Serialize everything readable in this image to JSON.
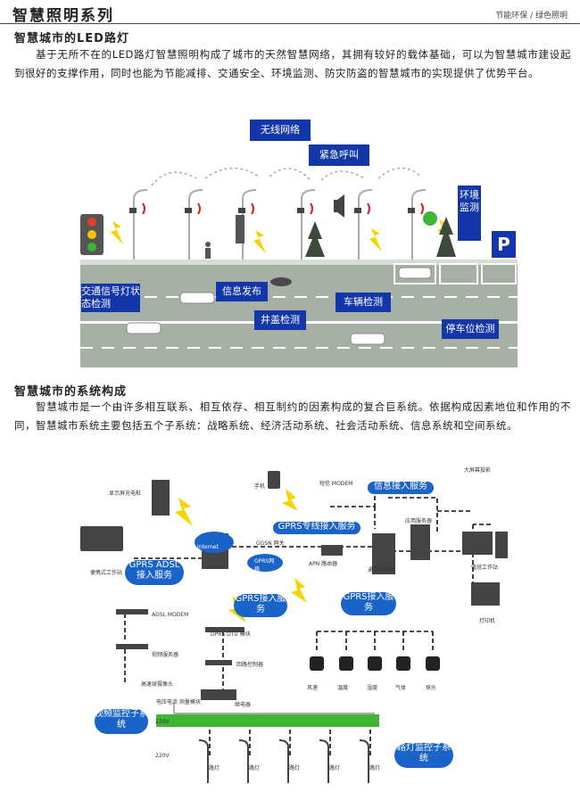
{
  "header": {
    "title": "智慧照明系列",
    "tagline": "节能环保 / 绿色照明"
  },
  "section1": {
    "title": "智慧城市的LED路灯",
    "paragraph": "基于无所不在的LED路灯智慧照明构成了城市的天然智慧网络，其拥有较好的载体基础，可以为智慧城市建设起到很好的支撑作用，同时也能为节能减排、交通安全、环境监测、防灾防盗的智慧城市的实现提供了优势平台。",
    "labels": {
      "wireless": "无线网络",
      "emergency": "紧急呼叫",
      "env": "环境监测",
      "traffic": "交通信号灯状态检测",
      "info": "信息发布",
      "manhole": "井盖检测",
      "vehicle": "车辆检测",
      "parking": "停车位检测",
      "p": "P"
    }
  },
  "section2": {
    "title": "智慧城市的系统构成",
    "paragraph": "智慧城市是一个由许多相互联系、相互依存、相互制约的因素构成的复合巨系统。依据构成因素地位和作用的不同，智慧城市系统主要包括五个子系统：战略系统、经济活动系统、社会活动系统、信息系统和空间系统。"
  },
  "diagram": {
    "info_access": "信息接入服务",
    "gprs_line": "GPRS专线接入服务",
    "gprs_adsl": "GPRS ADSL接入服务",
    "gprs_access1": "GPRS接入服务",
    "gprs_access2": "GPRS接入服务",
    "video": "视频监控子系统",
    "streetlight": "路灯监控子系统",
    "internet": "Internet",
    "gprs_net": "GPRS网络",
    "charger": "显示屏充电桩",
    "phone": "手机",
    "sms_modem": "短信 MODEM",
    "projector": "大屏幕投影",
    "app_server": "应用服务器",
    "ggsn": "GGSN 网关",
    "apn": "APN 路由器",
    "comm_server": "通信服务器",
    "workstation": "值班工作站",
    "laptop": "便携式工作站",
    "printer": "打印机",
    "adsl_modem": "ADSL MODEM",
    "dtu": "DPRS DTU 模块",
    "video_server": "视频服务器",
    "loop_ctrl": "回路控制器",
    "camera": "高速球摄像头",
    "meter": "电压电流 测量模块",
    "relay": "继电器",
    "v1": "220V",
    "v2": "220V",
    "sensors": [
      "风速",
      "温度",
      "湿度",
      "气体",
      "探头"
    ],
    "lamp": "路灯"
  },
  "colors": {
    "label_blue": "#1337a8",
    "road": "#a7b0a5",
    "green": "#3fb534"
  }
}
